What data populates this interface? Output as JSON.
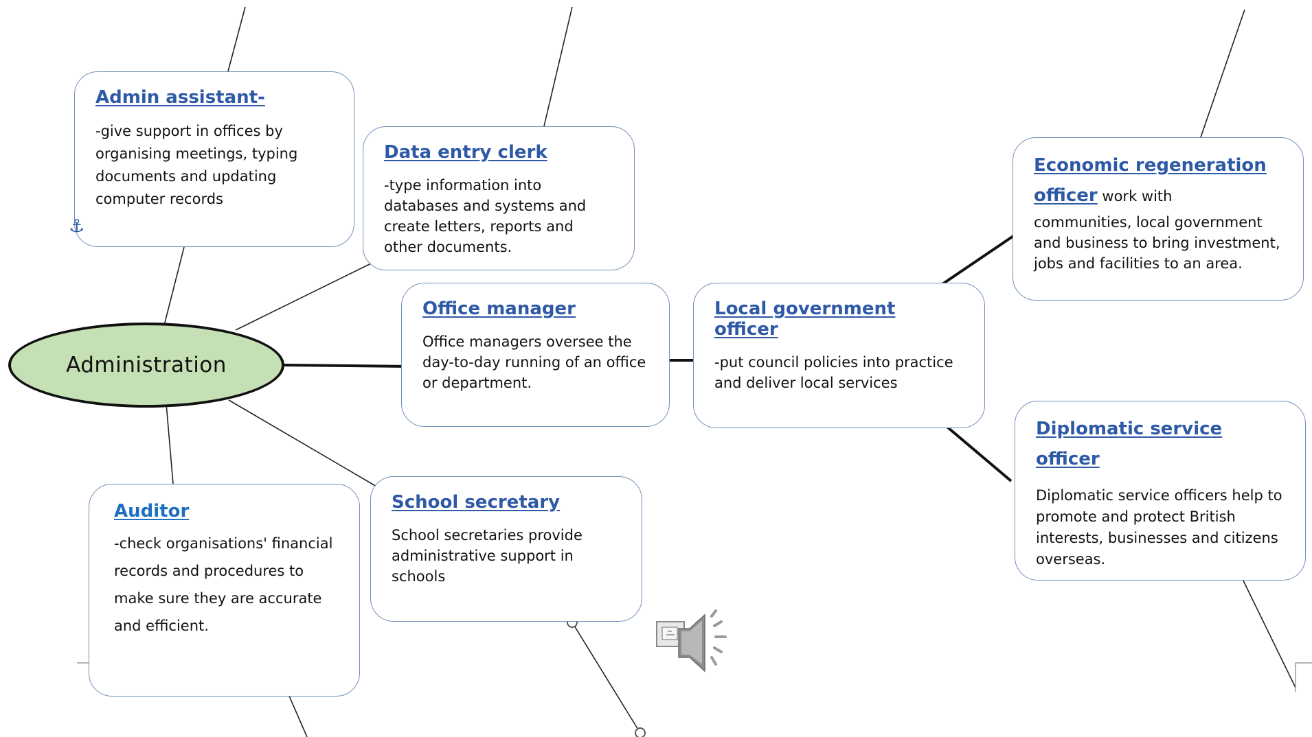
{
  "central": {
    "label": "Administration",
    "fill": "#c5e0b4"
  },
  "colors": {
    "link": "#2e59a6",
    "auditor_link": "#1f6fc0",
    "box_border": "#6f8fb8"
  },
  "nodes": {
    "admin_assistant": {
      "title": "Admin assistant-",
      "body": "-give support in offices by organising meetings, typing documents and updating computer records"
    },
    "data_entry_clerk": {
      "title": "Data entry clerk",
      "body": "-type information into databases and systems and create letters, reports and other documents."
    },
    "office_manager": {
      "title": "Office manager",
      "body": "Office managers oversee the day-to-day running of an office or department."
    },
    "local_government_officer": {
      "title": "Local government officer",
      "body": "-put council policies into practice and deliver local services"
    },
    "economic_regeneration_officer": {
      "title_line1": "Economic regeneration",
      "title_line2": "officer",
      "body_inline": " work with",
      "body": "communities, local government and business to bring investment, jobs and facilities to an area."
    },
    "diplomatic_service_officer": {
      "title_line1": "Diplomatic service",
      "title_line2": "officer",
      "body": "Diplomatic service officers help to promote and protect British interests, businesses and citizens overseas."
    },
    "auditor": {
      "title": "Auditor",
      "body": "-check organisations' financial records and procedures to make sure they are accurate and efficient."
    },
    "school_secretary": {
      "title": "School secretary",
      "body": "School secretaries provide administrative support in schools"
    }
  },
  "icons": {
    "anchor": "anchor-icon",
    "audio": "speaker-icon"
  }
}
